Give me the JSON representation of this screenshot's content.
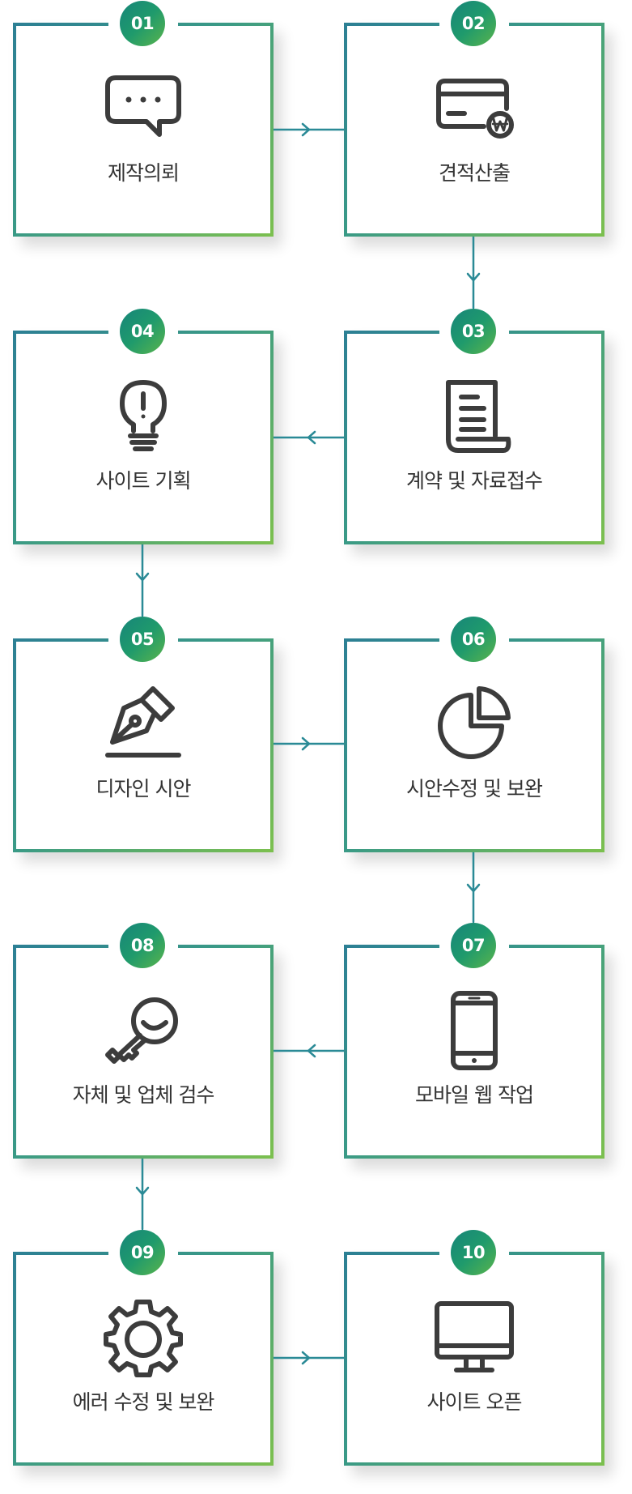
{
  "colors": {
    "accent_teal": "#2c7f94",
    "accent_green": "#7cc04e",
    "arrow": "#2a8a96",
    "icon": "#3c3c3c",
    "label": "#333333"
  },
  "steps": [
    {
      "number": "01",
      "label": "제작의뢰",
      "icon": "speech-bubble-icon"
    },
    {
      "number": "02",
      "label": "견적산출",
      "icon": "credit-card-won-icon"
    },
    {
      "number": "03",
      "label": "계약 및 자료접수",
      "icon": "document-scroll-icon"
    },
    {
      "number": "04",
      "label": "사이트 기획",
      "icon": "lightbulb-icon"
    },
    {
      "number": "05",
      "label": "디자인 시안",
      "icon": "pen-nib-icon"
    },
    {
      "number": "06",
      "label": "시안수정 및 보완",
      "icon": "pie-chart-icon"
    },
    {
      "number": "07",
      "label": "모바일 웹 작업",
      "icon": "smartphone-icon"
    },
    {
      "number": "08",
      "label": "자체 및 업체 검수",
      "icon": "magnifier-key-icon"
    },
    {
      "number": "09",
      "label": "에러 수정 및 보완",
      "icon": "gear-icon"
    },
    {
      "number": "10",
      "label": "사이트 오픈",
      "icon": "monitor-icon"
    }
  ]
}
